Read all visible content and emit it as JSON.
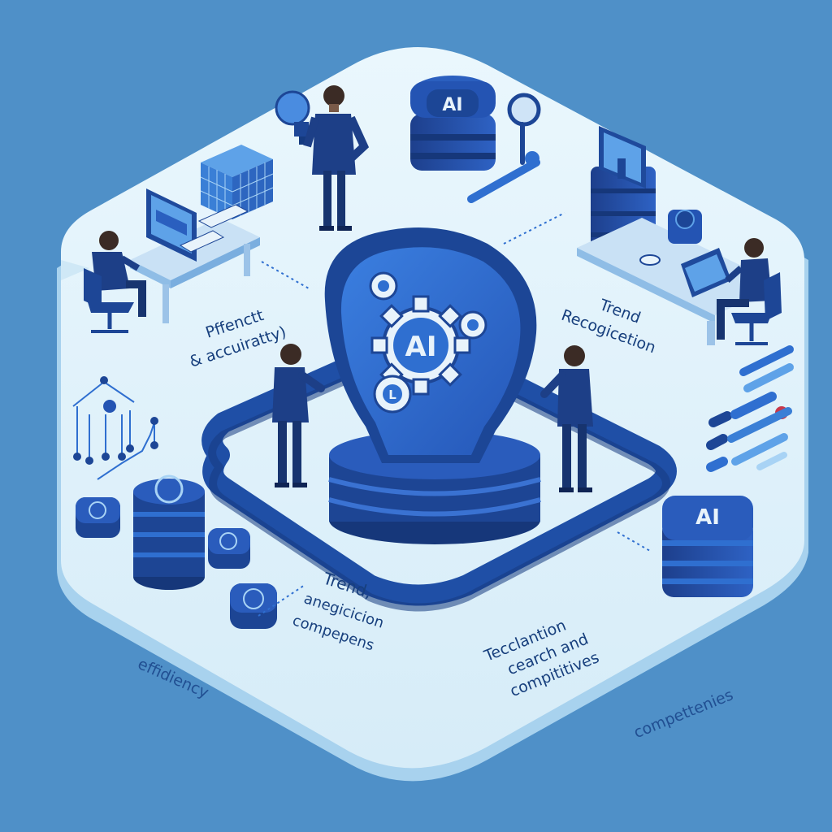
{
  "labels": {
    "accuracy_line1": "Pffenctt",
    "accuracy_line2": "& accuiratty)",
    "trend_recognition_line1": "Trend",
    "trend_recognition_line2": "Recogicetion",
    "trend_analysis_line1": "Trend,",
    "trend_analysis_line2": "anegicicion",
    "trend_analysis_line3": "compepens",
    "tech_line1": "Tecclantion",
    "tech_line2": "cearch and",
    "tech_line3": "compititives",
    "efficiency": "effidiency",
    "competencies": "compettenies"
  },
  "ai_badges": {
    "top_server": "AI",
    "center_gear": "AI",
    "right_server": "AI",
    "small_gear": "L"
  },
  "colors": {
    "background": "#4f90c8",
    "platform_top": "#dff1fb",
    "platform_side": "#a9d3ee",
    "accent_navy": "#1e4696",
    "accent_blue": "#2f6fd0",
    "accent_red": "#c8384a"
  }
}
